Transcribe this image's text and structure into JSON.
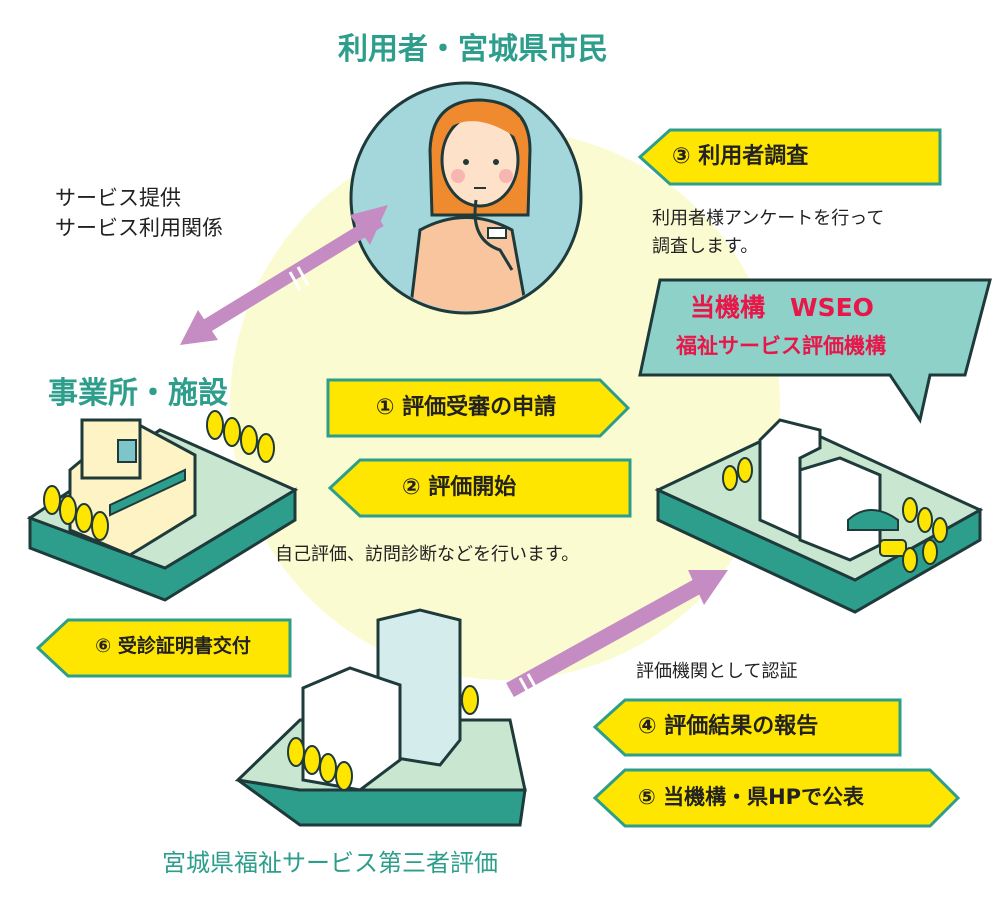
{
  "title": "利用者・宮城県市民",
  "left_note": [
    "サービス提供",
    "サービス利用関係"
  ],
  "facility_label": "事業所・施設",
  "bottom_label": "宮城県福祉サービス第三者評価",
  "survey": {
    "tag": "③ 利用者調査",
    "desc": [
      "利用者様アンケートを行って",
      "調査します。"
    ]
  },
  "bubble": {
    "line1": "当機構　WSEO",
    "line2": "福祉サービス評価機構"
  },
  "step1": "① 評価受審の申請",
  "step2": "② 評価開始",
  "step2_desc": "自己評価、訪問診断などを行います。",
  "step4": "④ 評価結果の報告",
  "step5": "⑤ 当機構・県HPで公表",
  "step6": "⑥ 受診証明書交付",
  "accredit": "評価機関として認証",
  "colors": {
    "teal": "#2e9e8c",
    "yellow": "#ffe600",
    "arrow": "#c58bc3",
    "red": "#e8174a",
    "circle": "#fcfbd3"
  }
}
